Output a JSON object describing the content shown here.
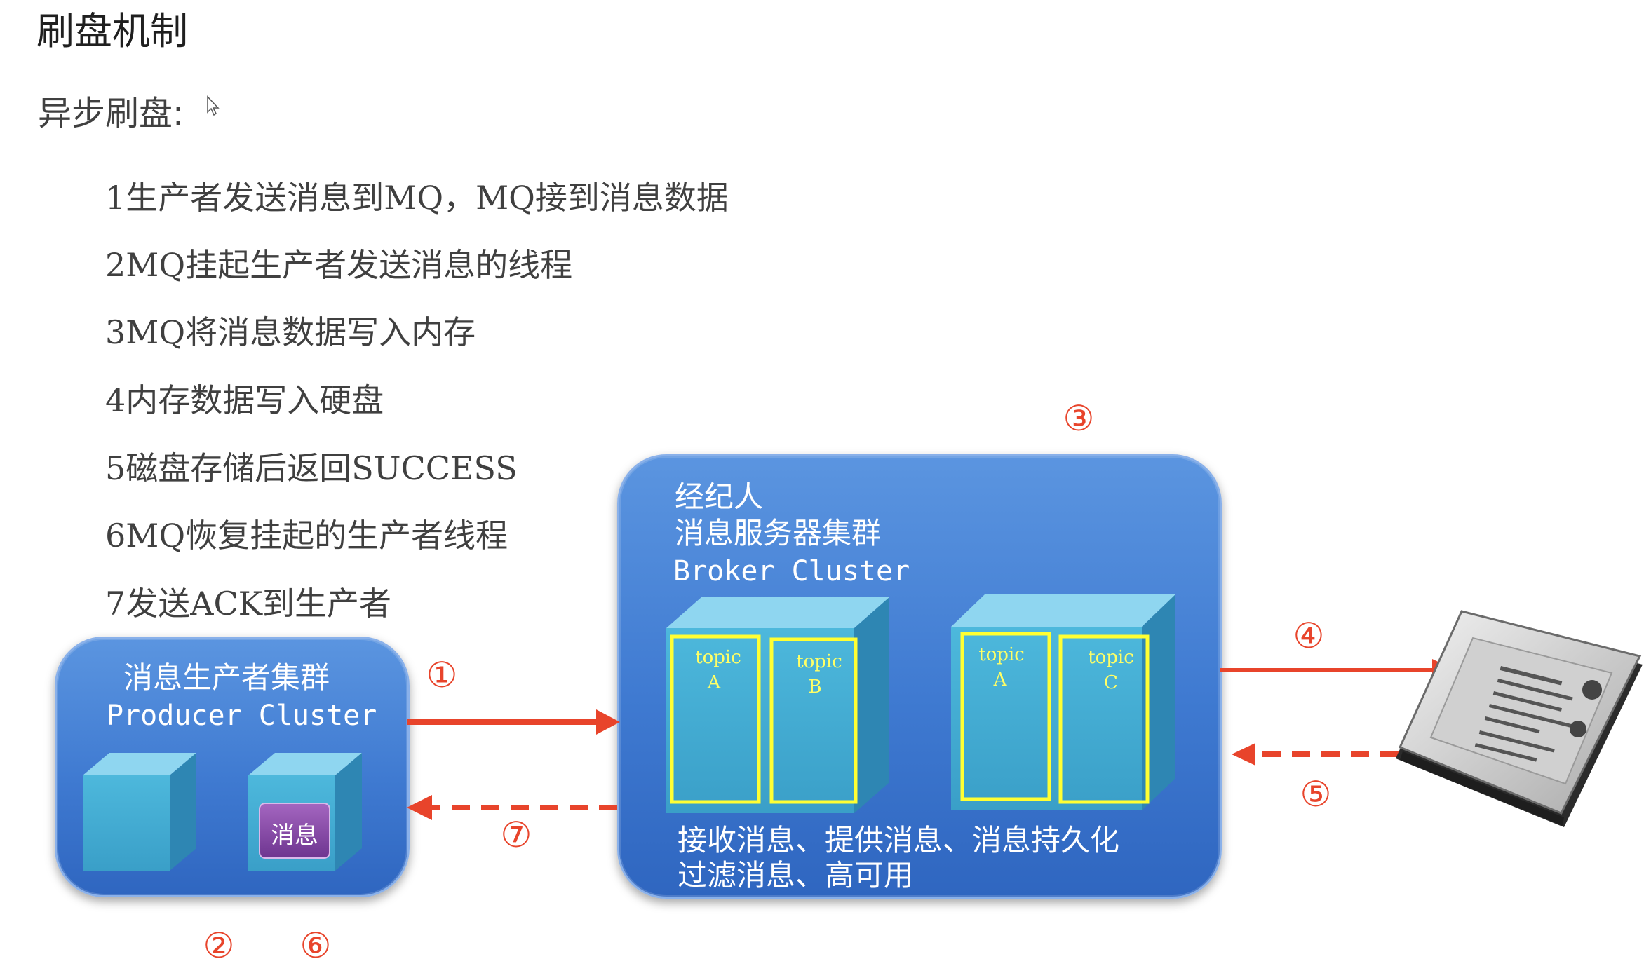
{
  "title": "刷盘机制",
  "subtitle": "异步刷盘:",
  "steps": [
    "1生产者发送消息到MQ，MQ接到消息数据",
    "2MQ挂起生产者发送消息的线程",
    "3MQ将消息数据写入内存",
    "4内存数据写入硬盘",
    "5磁盘存储后返回SUCCESS",
    "6MQ恢复挂起的生产者线程",
    "7发送ACK到生产者"
  ],
  "producer": {
    "line1": "消息生产者集群",
    "line2": "Producer Cluster",
    "message_label": "消息"
  },
  "broker": {
    "line1": "经纪人",
    "line2": "消息服务器集群",
    "line3": "Broker Cluster",
    "footer1": "接收消息、提供消息、消息持久化",
    "footer2": "过滤消息、高可用",
    "topics": [
      {
        "word": "topic",
        "letter": "A"
      },
      {
        "word": "topic",
        "letter": "B"
      },
      {
        "word": "topic",
        "letter": "A"
      },
      {
        "word": "topic",
        "letter": "C"
      }
    ]
  },
  "markers": {
    "m1": "①",
    "m2": "②",
    "m3": "③",
    "m4": "④",
    "m5": "⑤",
    "m6": "⑥",
    "m7": "⑦"
  },
  "colors": {
    "arrow": "#e8442b",
    "panel": "#3f7ad1",
    "cube": "#4bb0d6",
    "topic_border": "#ffff33",
    "message_box": "#8a4ba8"
  },
  "icons": [
    "hard-disk-icon",
    "cursor-icon"
  ]
}
